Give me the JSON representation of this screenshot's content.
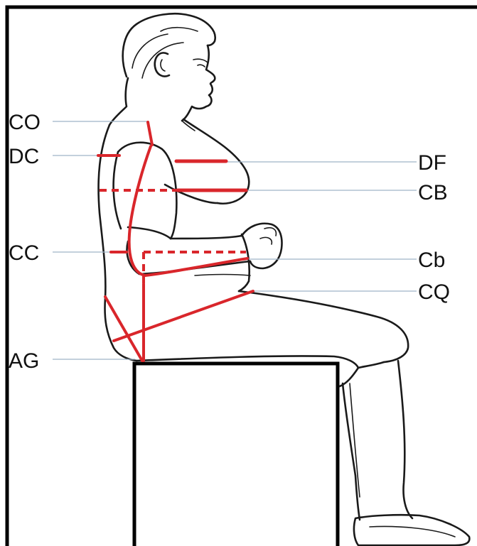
{
  "labels": {
    "co": "CO",
    "dc": "DC",
    "cc": "CC",
    "ag": "AG",
    "df": "DF",
    "cb_upper": "CB",
    "cb_lower": "Cb",
    "cq": "CQ"
  },
  "colors": {
    "measure_line": "#d9262b",
    "leader_line": "#9fb3c8",
    "outline": "#1a1a1a",
    "frame": "#000000"
  },
  "icons": [
    "seated-person-figure",
    "seat-box"
  ]
}
